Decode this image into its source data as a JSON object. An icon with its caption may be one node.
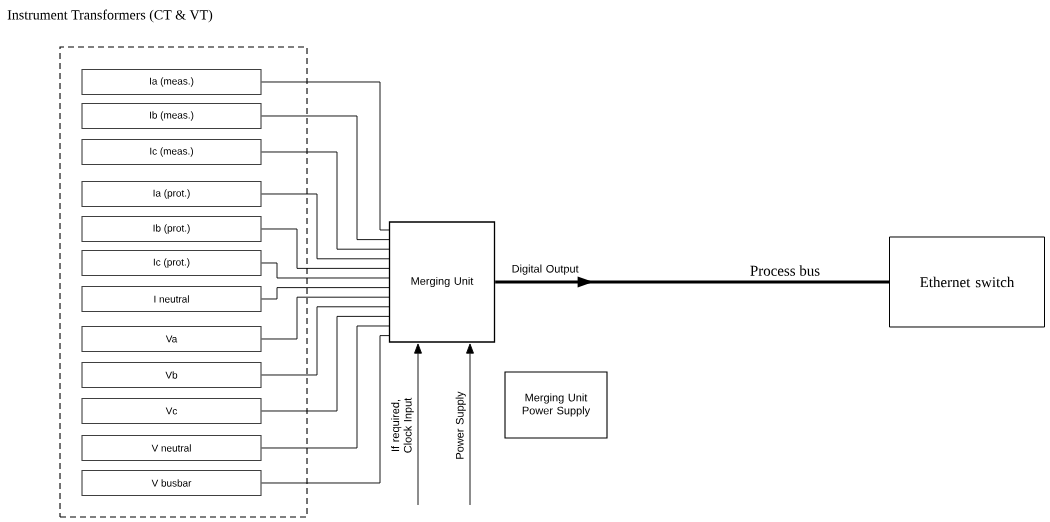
{
  "diagram": {
    "nodes": [
      {
        "text": [
          "Instrument Transformers (CT & VT)"
        ]
      },
      {
        "text": [
          "Ia (meas.)"
        ],
        "in": 0
      },
      {
        "text": [
          "Ib (meas.)"
        ],
        "in": 0
      },
      {
        "text": [
          "Ic (meas.)"
        ],
        "in": 0
      },
      {
        "text": [
          "Ia (prot.)"
        ],
        "in": 0
      },
      {
        "text": [
          "Ib (prot.)"
        ],
        "in": 0
      },
      {
        "text": [
          "Ic (prot.)"
        ],
        "in": 0
      },
      {
        "text": [
          "I neutral"
        ],
        "in": 0
      },
      {
        "text": [
          "Va"
        ],
        "in": 0
      },
      {
        "text": [
          "Vb"
        ],
        "in": 0
      },
      {
        "text": [
          "Vc"
        ],
        "in": 0
      },
      {
        "text": [
          "V neutral"
        ],
        "in": 0
      },
      {
        "text": [
          "V busbar"
        ],
        "in": 0
      },
      {
        "text": [
          "Merging Unit"
        ]
      },
      {
        "text": [
          "Ethernet switch"
        ]
      },
      {
        "text": [
          "Merging Unit Power Supply"
        ]
      }
    ],
    "edges": [
      {
        "from": 1,
        "to": 13,
        "arrow": "none"
      },
      {
        "from": 2,
        "to": 13,
        "arrow": "none"
      },
      {
        "from": 3,
        "to": 13,
        "arrow": "none"
      },
      {
        "from": 4,
        "to": 13,
        "arrow": "none"
      },
      {
        "from": 5,
        "to": 13,
        "arrow": "none"
      },
      {
        "from": 6,
        "to": 13,
        "arrow": "none"
      },
      {
        "from": 7,
        "to": 13,
        "arrow": "none"
      },
      {
        "from": 8,
        "to": 13,
        "arrow": "none"
      },
      {
        "from": 9,
        "to": 13,
        "arrow": "none"
      },
      {
        "from": 10,
        "to": 13,
        "arrow": "none"
      },
      {
        "from": 11,
        "to": 13,
        "arrow": "none"
      },
      {
        "from": 12,
        "to": 13,
        "arrow": "none"
      },
      {
        "from": 13,
        "to": 14,
        "arrow": "to",
        "label": "Digital Output",
        "style": "thick"
      },
      {
        "from": null,
        "to": 13,
        "arrow": "to",
        "label": "If required, Clock Input"
      },
      {
        "from": null,
        "to": 13,
        "arrow": "to",
        "label": "Power Supply"
      }
    ],
    "labels": [
      "Process bus"
    ]
  }
}
